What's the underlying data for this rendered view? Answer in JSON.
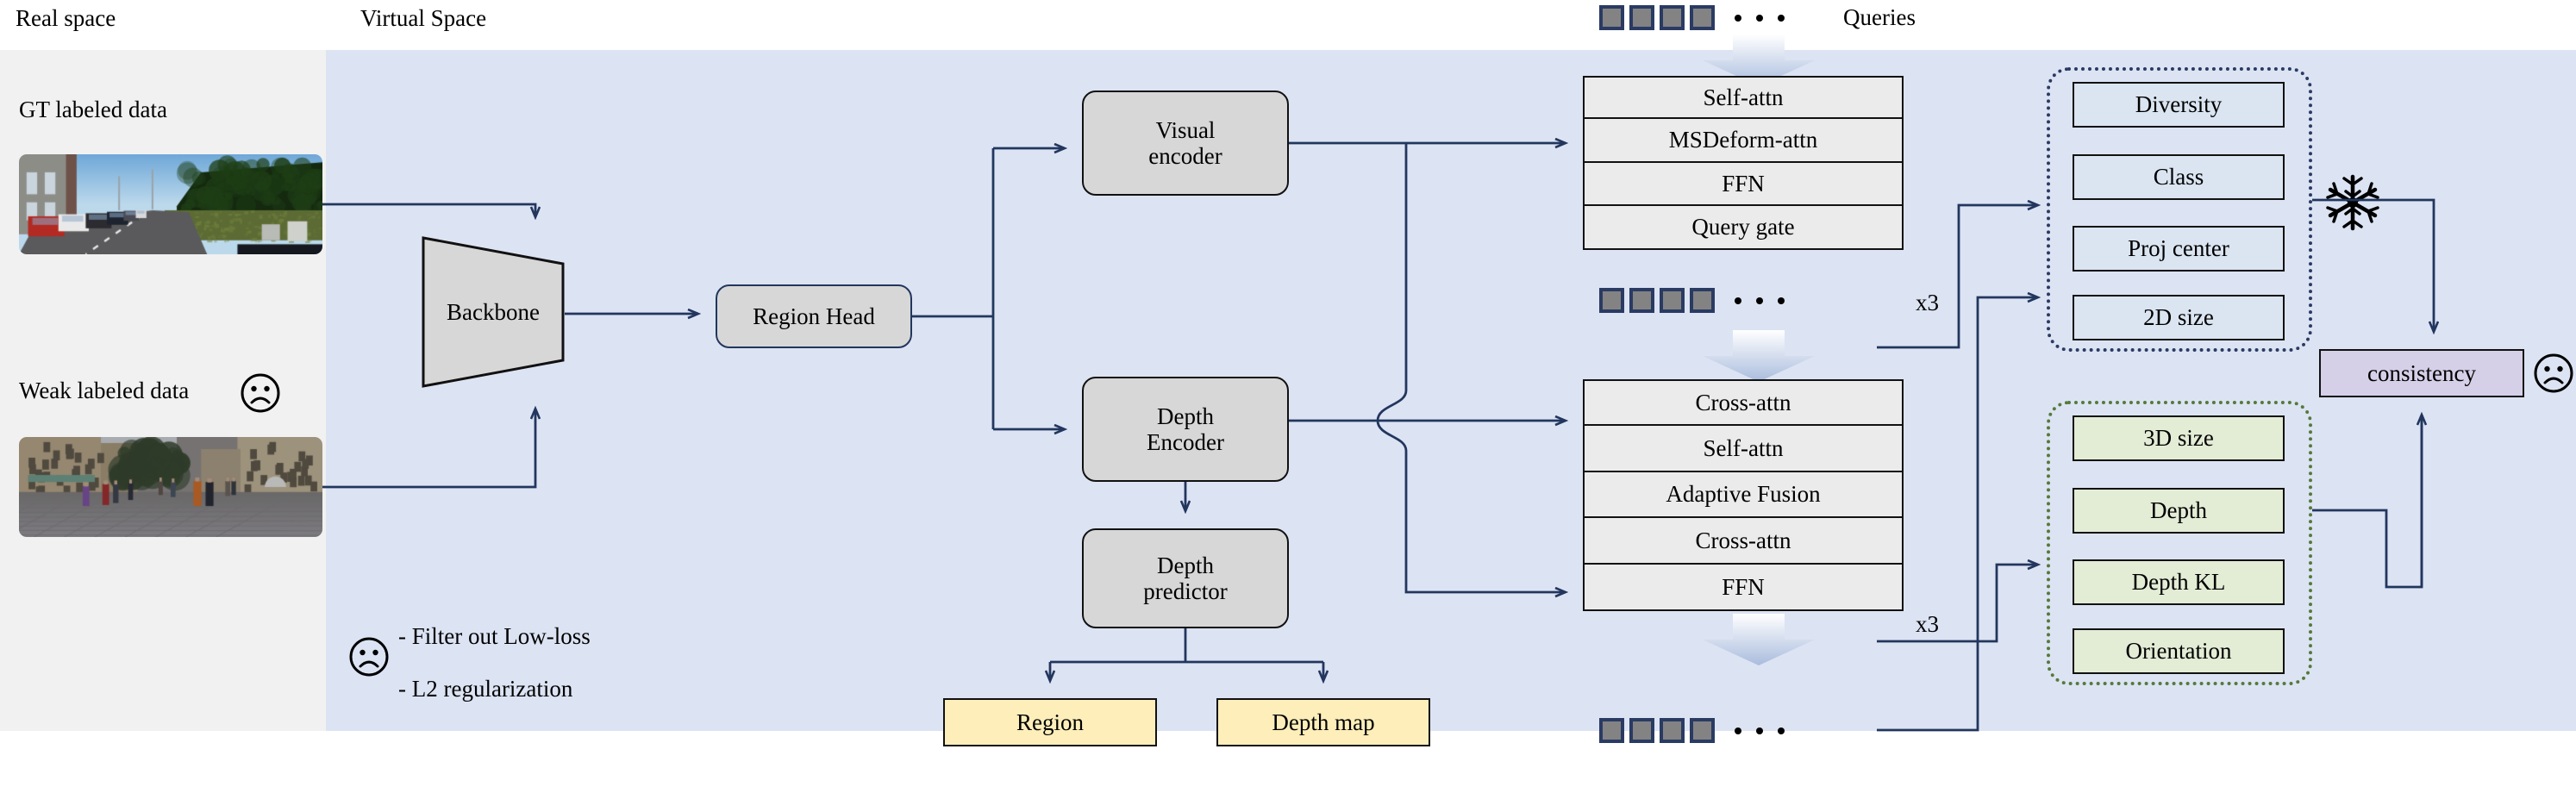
{
  "panels": {
    "real": {
      "title": "Real space"
    },
    "virtual": {
      "title": "Virtual Space"
    }
  },
  "real_space": {
    "gt_label": "GT labeled data",
    "weak_label": "Weak labeled data",
    "weak_icon": "sad-face-icon",
    "gt_image_alt": "street scene with parked cars",
    "weak_image_alt": "pedestrian plaza scene"
  },
  "notes": {
    "icon": "sad-face-icon",
    "lines": [
      "- Filter out Low-loss",
      "- L2 regularization"
    ]
  },
  "pipeline": {
    "backbone": "Backbone",
    "region_head": "Region Head",
    "visual_encoder": "Visual\nencoder",
    "visual_encoder_line1": "Visual",
    "visual_encoder_line2": "encoder",
    "depth_encoder_line1": "Depth",
    "depth_encoder_line2": "Encoder",
    "depth_predictor_line1": "Depth",
    "depth_predictor_line2": "predictor",
    "region_out": "Region",
    "depth_map_out": "Depth map"
  },
  "queries": {
    "label": "Queries",
    "token_count": 4,
    "dots": 3
  },
  "decoder_top": {
    "rows": [
      "Self-attn",
      "MSDeform-attn",
      "FFN",
      "Query gate"
    ],
    "repeat": "x3"
  },
  "decoder_bottom": {
    "rows": [
      "Cross-attn",
      "Self-attn",
      "Adaptive Fusion",
      "Cross-attn",
      "FFN"
    ],
    "repeat": "x3"
  },
  "head_2d": {
    "frame": "blue-dotted",
    "items": [
      "Diversity",
      "Class",
      "Proj center",
      "2D size"
    ]
  },
  "head_3d": {
    "frame": "green-dotted",
    "items": [
      "3D size",
      "Depth",
      "Depth KL",
      "Orientation"
    ]
  },
  "consistency": {
    "label": "consistency",
    "frozen_icon": "snowflake-icon",
    "mood_icon": "sad-face-icon"
  },
  "colors": {
    "real_panel_bg": "#f1f1f1",
    "virtual_panel_bg": "#dce3f3",
    "box_gray": "#d7d7d7",
    "layer_gray": "#ebebeb",
    "output_yellow": "#fdeeba",
    "head2d_blue": "#dbe5f1",
    "head3d_green": "#e3ecd5",
    "consistency_purple": "#d6cfe8",
    "wire": "#22365e",
    "token_fill": "#838383",
    "frame_blue": "#2a3b63",
    "frame_green": "#547a3a"
  }
}
